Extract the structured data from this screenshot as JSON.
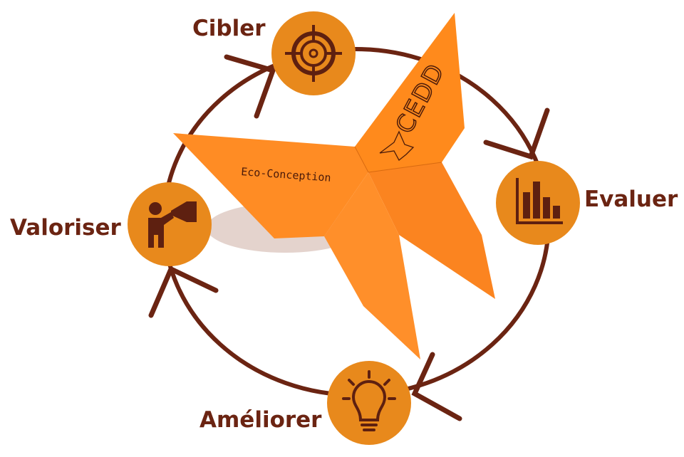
{
  "steps": [
    {
      "label": "Cibler",
      "icon": "target-icon"
    },
    {
      "label": "Evaluer",
      "icon": "bar-chart-icon"
    },
    {
      "label": "Améliorer",
      "icon": "lightbulb-icon"
    },
    {
      "label": "Valoriser",
      "icon": "megaphone-person-icon"
    }
  ],
  "center": {
    "wing_text": "Eco-Conception",
    "logo_text": "CEDD"
  },
  "colors": {
    "ring": "#6b2412",
    "badge": "#e8891c",
    "paper": "#ff8a1e",
    "text": "#6b2412"
  }
}
